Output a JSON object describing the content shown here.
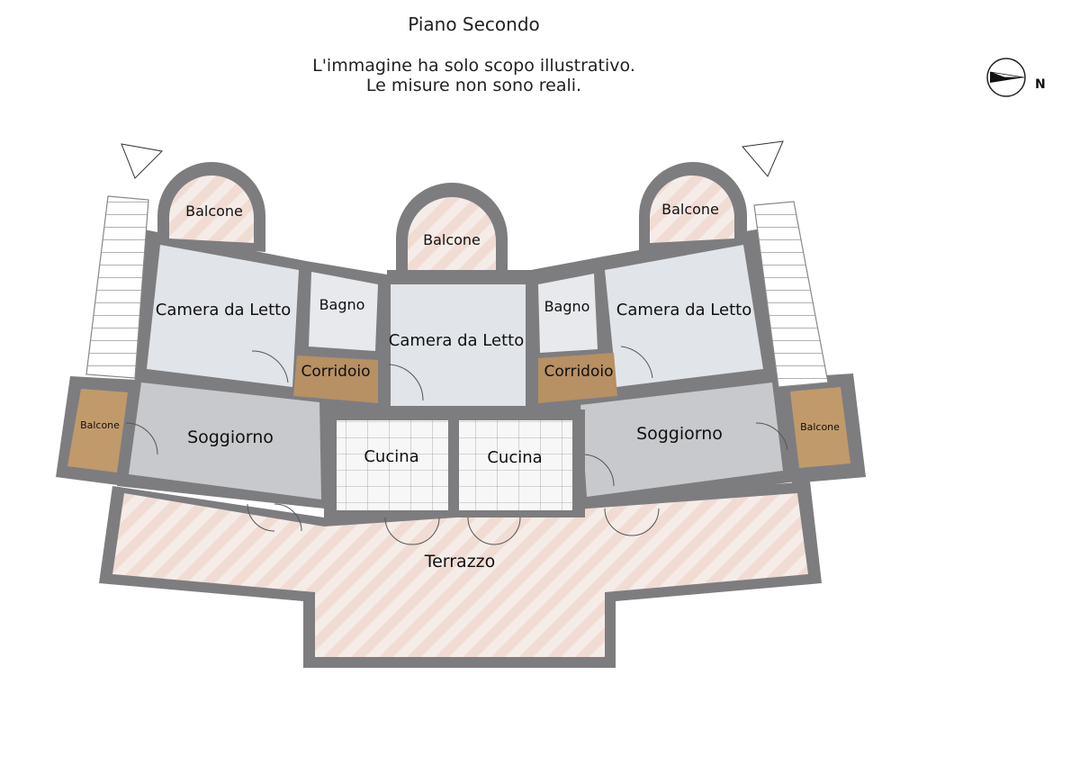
{
  "header": {
    "title": "Piano Secondo",
    "disclaimer_line1": "L'immagine ha solo scopo illustrativo.",
    "disclaimer_line2": "Le misure non sono reali."
  },
  "compass": {
    "north_label": "N",
    "icon": "compass-icon"
  },
  "rooms": {
    "balcone_top_left": "Balcone",
    "balcone_top_center": "Balcone",
    "balcone_top_right": "Balcone",
    "camera_left": "Camera da Letto",
    "camera_center": "Camera da Letto",
    "camera_right": "Camera da Letto",
    "bagno_left": "Bagno",
    "bagno_right": "Bagno",
    "corridoio_left": "Corridoio",
    "corridoio_right": "Corridoio",
    "balcone_side_left": "Balcone",
    "balcone_side_right": "Balcone",
    "soggiorno_left": "Soggiorno",
    "soggiorno_right": "Soggiorno",
    "cucina_left": "Cucina",
    "cucina_right": "Cucina",
    "terrazzo": "Terrazzo"
  },
  "colors": {
    "wall": "#7d7d80",
    "floor_marble": "#dfe2e6",
    "floor_grey": "#c9cacd",
    "floor_wood": "#c19a6b",
    "floor_terrace": "#f3e6e0",
    "floor_tile": "#f4f4f4"
  }
}
